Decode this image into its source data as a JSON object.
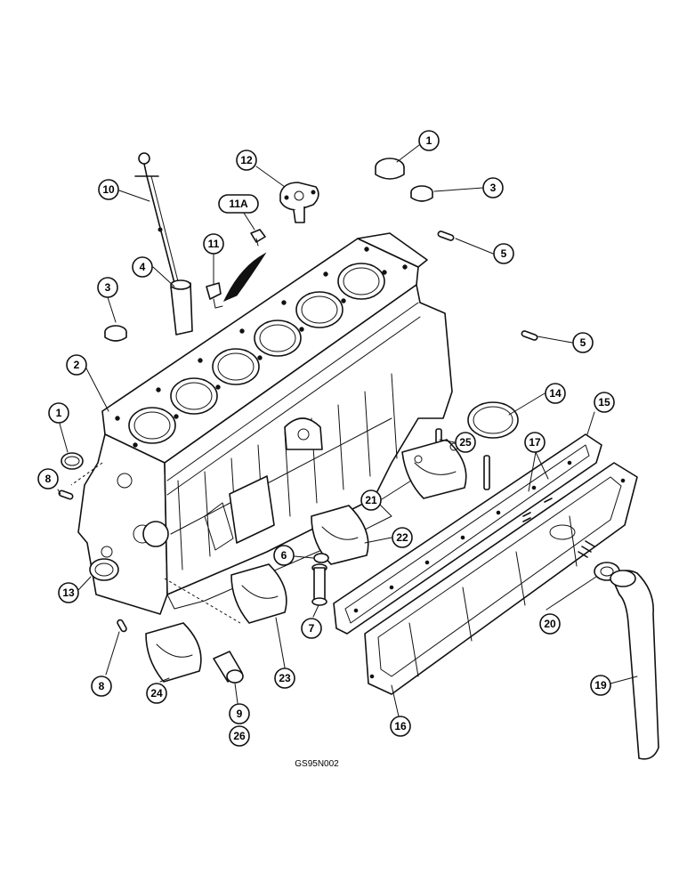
{
  "diagram": {
    "figure_code": "GS95N002",
    "callouts": [
      {
        "id": "c1a",
        "label": "1"
      },
      {
        "id": "c3a",
        "label": "3"
      },
      {
        "id": "c12",
        "label": "12"
      },
      {
        "id": "c10",
        "label": "10"
      },
      {
        "id": "c11a",
        "label": "11A"
      },
      {
        "id": "c5a",
        "label": "5"
      },
      {
        "id": "c11",
        "label": "11"
      },
      {
        "id": "c4",
        "label": "4"
      },
      {
        "id": "c3b",
        "label": "3"
      },
      {
        "id": "c5b",
        "label": "5"
      },
      {
        "id": "c2",
        "label": "2"
      },
      {
        "id": "c14",
        "label": "14"
      },
      {
        "id": "c15",
        "label": "15"
      },
      {
        "id": "c1b",
        "label": "1"
      },
      {
        "id": "c25",
        "label": "25"
      },
      {
        "id": "c17",
        "label": "17"
      },
      {
        "id": "c8a",
        "label": "8"
      },
      {
        "id": "c21",
        "label": "21"
      },
      {
        "id": "c22",
        "label": "22"
      },
      {
        "id": "c6",
        "label": "6"
      },
      {
        "id": "c13",
        "label": "13"
      },
      {
        "id": "c7",
        "label": "7"
      },
      {
        "id": "c20",
        "label": "20"
      },
      {
        "id": "c23",
        "label": "23"
      },
      {
        "id": "c8b",
        "label": "8"
      },
      {
        "id": "c24",
        "label": "24"
      },
      {
        "id": "c19",
        "label": "19"
      },
      {
        "id": "c9",
        "label": "9"
      },
      {
        "id": "c16",
        "label": "16"
      },
      {
        "id": "c26",
        "label": "26"
      }
    ]
  }
}
